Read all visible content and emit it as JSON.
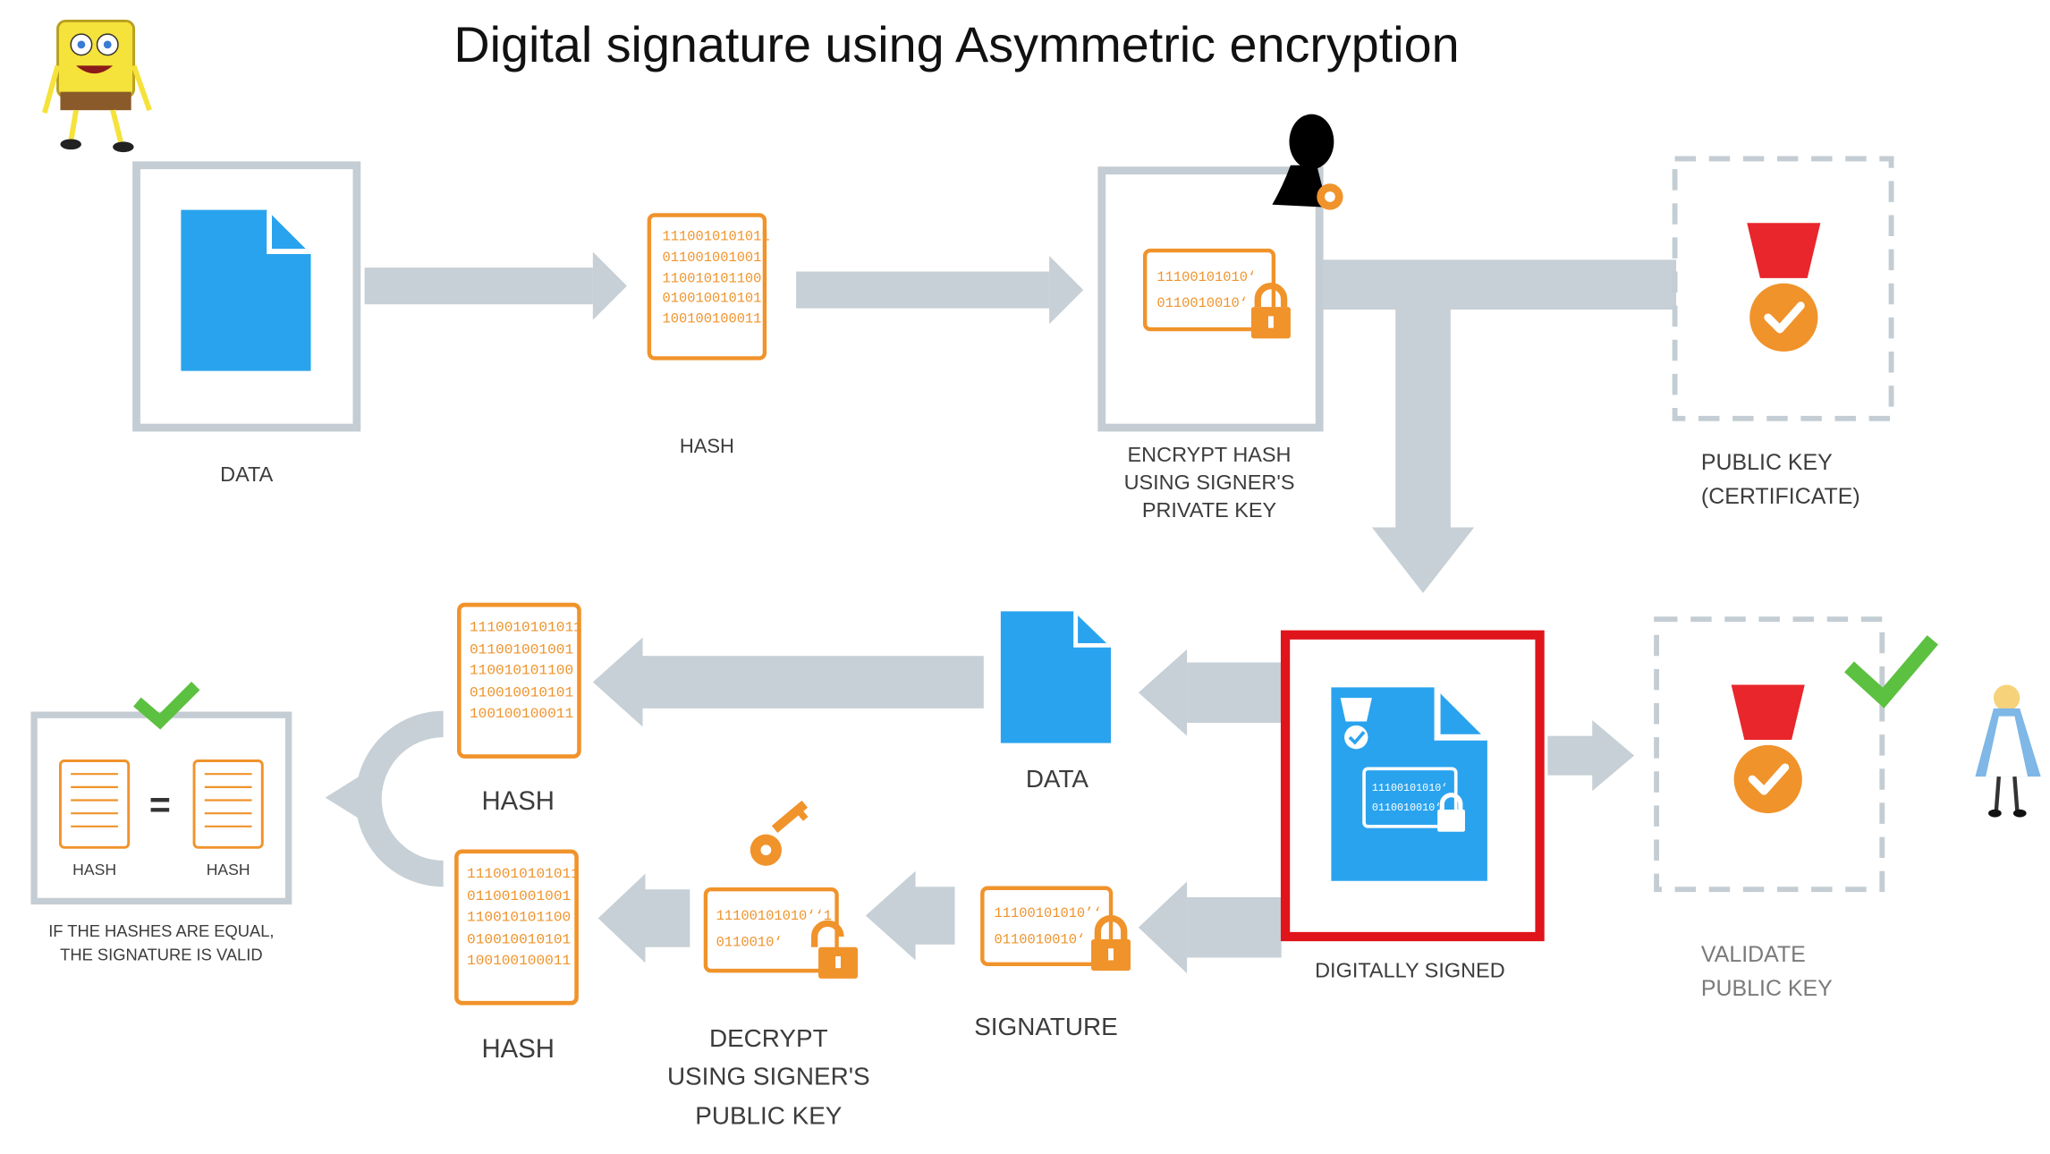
{
  "title": "Digital signature using Asymmetric encryption",
  "labels": {
    "data_top": "DATA",
    "hash_top": "HASH",
    "encrypt_l1": "ENCRYPT HASH",
    "encrypt_l2": "USING SIGNER'S",
    "encrypt_l3": "PRIVATE KEY",
    "pubkey_l1": "PUBLIC KEY",
    "pubkey_l2": "(CERTIFICATE)",
    "hash_mid": "HASH",
    "data_mid": "DATA",
    "digitally_signed": "DIGITALLY SIGNED",
    "validate_l1": "VALIDATE",
    "validate_l2": "PUBLIC KEY",
    "hash_bottom": "HASH",
    "decrypt_l1": "DECRYPT",
    "decrypt_l2": "USING SIGNER'S",
    "decrypt_l3": "PUBLIC KEY",
    "signature": "SIGNATURE",
    "compare_hash_left": "HASH",
    "compare_hash_right": "HASH",
    "equals": "=",
    "equal_note_l1": "IF THE HASHES ARE EQUAL,",
    "equal_note_l2": "THE SIGNATURE IS VALID"
  },
  "binary": {
    "hash_rows": [
      "1110010101011",
      "011001001001",
      "110010101100",
      "010010010101",
      "100100100011"
    ],
    "hash_rows_mid": [
      "1110010101011",
      "011001001001",
      "110010101100",
      "010010010101",
      "100100100011"
    ],
    "hash_rows_bottom": [
      "1110010101011",
      "011001001001",
      "110010101100",
      "010010010101",
      "100100100011"
    ],
    "encrypted_rows": [
      "11100101010‘",
      "0110010010‘"
    ],
    "signature_rows": [
      "11100101010’‘",
      "0110010010‘"
    ],
    "decrypt_rows": [
      "11100101010‘‘1",
      "0110010‘"
    ],
    "signed_rows": [
      "11100101010‘",
      "0110010010‘"
    ]
  },
  "icons": {
    "document": "document-icon",
    "hash": "hash-document-icon",
    "lock": "lock-icon",
    "unlock": "unlock-icon",
    "key": "key-icon",
    "medal": "medal-icon",
    "check": "checkmark-icon",
    "signer": "signer-person-icon"
  },
  "colors": {
    "document_blue": "#2aa3ee",
    "hash_orange": "#f0932b",
    "arrow_gray": "#c6d0d6",
    "frame_gray": "#c4cdd3",
    "medal_red": "#e8262b",
    "check_green": "#5cc040",
    "highlight_red": "#e0141b"
  }
}
